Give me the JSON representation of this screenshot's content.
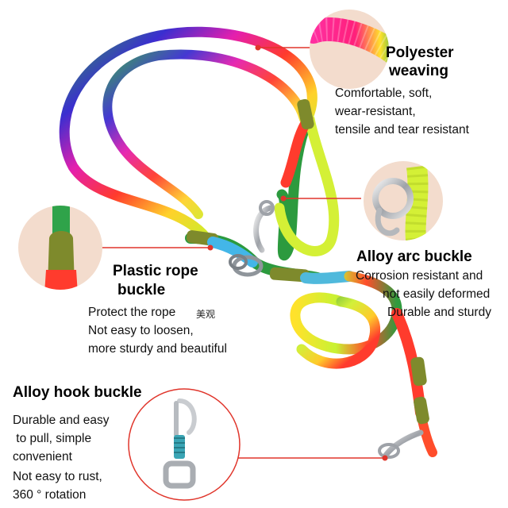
{
  "features": {
    "polyester": {
      "title_line1": "Polyester",
      "title_line2": "weaving",
      "desc": [
        "Comfortable, soft,",
        "wear-resistant,",
        "tensile and tear resistant"
      ]
    },
    "arc_buckle": {
      "title": "Alloy arc buckle",
      "desc": [
        "Corrosion resistant and",
        "not easily deformed",
        "Durable and sturdy"
      ]
    },
    "rope_buckle": {
      "title_line1": "Plastic rope",
      "title_line2": "buckle",
      "desc": [
        "Protect the rope",
        "Not easy to loosen,",
        "more sturdy and beautiful"
      ],
      "watermark": "美观"
    },
    "hook_buckle": {
      "title": "Alloy hook buckle",
      "desc": [
        "Durable and easy",
        " to pull, simple",
        "convenient",
        "Not easy to rust,",
        "360 ° rotation"
      ]
    }
  },
  "colors": {
    "accent_line": "#e0352b",
    "badge_bg": "#f3dccd",
    "ferrule": "#7e8a2c"
  }
}
